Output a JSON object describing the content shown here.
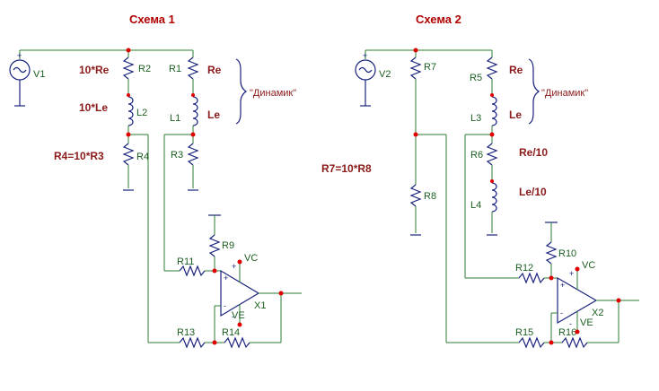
{
  "scheme1": {
    "title": "Схема 1",
    "source": "V1",
    "notes": {
      "r2": "10*Re",
      "l2": "10*Le",
      "r4_ratio": "R4=10*R3",
      "r1": "Re",
      "l1": "Le"
    },
    "dynamic": "\"Динамик\"",
    "labels": {
      "r1": "R1",
      "r2": "R2",
      "r3": "R3",
      "r4": "R4",
      "l1": "L1",
      "l2": "L2",
      "r9": "R9",
      "r11": "R11",
      "r13": "R13",
      "r14": "R14",
      "x1": "X1",
      "vc": "VC",
      "ve": "VE"
    }
  },
  "scheme2": {
    "title": "Схема 2",
    "source": "V2",
    "notes": {
      "r5": "Re",
      "l3": "Le",
      "r6": "Re/10",
      "l4": "Le/10",
      "r7_ratio": "R7=10*R8"
    },
    "dynamic": "\"Динамик\"",
    "labels": {
      "r5": "R5",
      "r6": "R6",
      "r7": "R7",
      "r8": "R8",
      "l3": "L3",
      "l4": "L4",
      "r10": "R10",
      "r12": "R12",
      "r15": "R15",
      "r16": "R16",
      "x2": "X2",
      "vc": "VC",
      "ve": "VE"
    }
  },
  "pins": {
    "plus": "+",
    "minus": "-"
  }
}
